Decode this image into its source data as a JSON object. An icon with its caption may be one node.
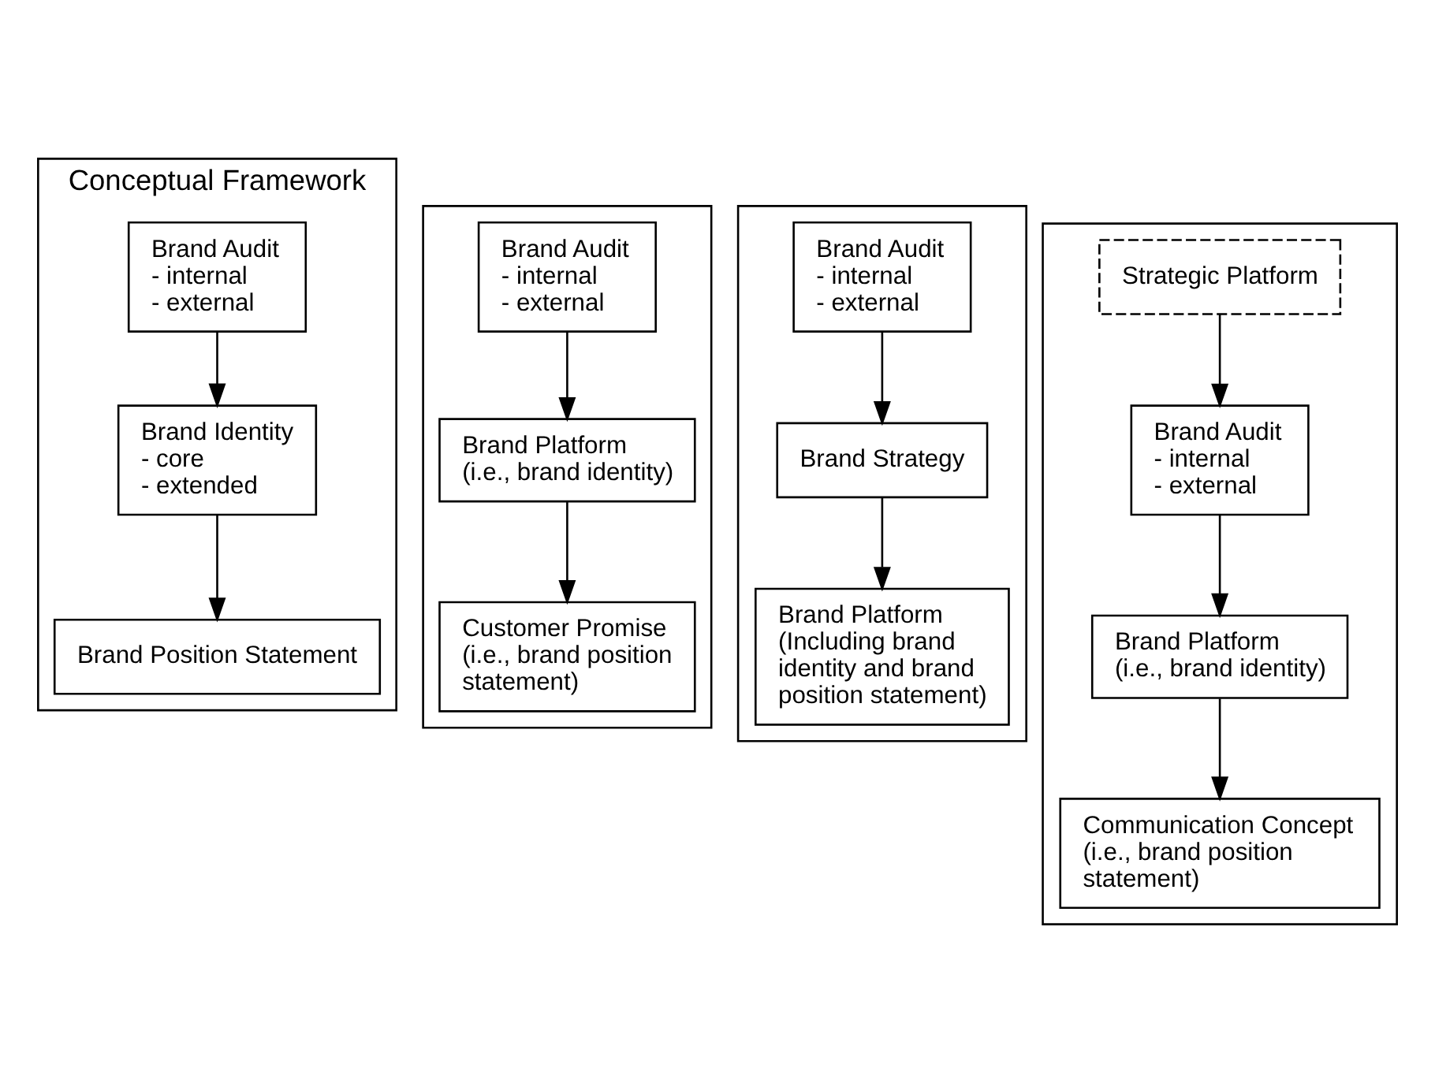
{
  "diagram": {
    "nodes": [
      {
        "text": [
          "Conceptual Framework"
        ]
      },
      {
        "text": [
          "Brand Audit",
          "- internal",
          "- external"
        ],
        "in": 0
      },
      {
        "text": [
          "Brand Identity",
          "- core",
          "- extended"
        ],
        "in": 0
      },
      {
        "text": [
          "Brand Position Statement"
        ],
        "in": 0
      },
      {
        "text": [],
        "shape": "box"
      },
      {
        "text": [
          "Brand Audit",
          "- internal",
          "- external"
        ],
        "in": 4
      },
      {
        "text": [
          "Brand Platform",
          "(i.e., brand identity)"
        ],
        "in": 4
      },
      {
        "text": [
          "Customer Promise",
          "(i.e., brand position statement)"
        ],
        "in": 4
      },
      {
        "text": [],
        "shape": "box"
      },
      {
        "text": [
          "Brand Audit",
          "- internal",
          "- external"
        ],
        "in": 8
      },
      {
        "text": [
          "Brand Strategy"
        ],
        "in": 8
      },
      {
        "text": [
          "Brand Platform",
          "(Including brand identity and brand position statement)"
        ],
        "in": 8
      },
      {
        "text": [],
        "shape": "box"
      },
      {
        "text": [
          "Strategic Platform"
        ],
        "in": 12
      },
      {
        "text": [
          "Brand Audit",
          "- internal",
          "- external"
        ],
        "in": 12
      },
      {
        "text": [
          "Brand Platform",
          "(i.e., brand identity)"
        ],
        "in": 12
      },
      {
        "text": [
          "Communication Concept",
          "(i.e., brand position statement)"
        ],
        "in": 12
      }
    ],
    "edges": [
      {
        "from": 1,
        "to": 2,
        "arrow": "to"
      },
      {
        "from": 2,
        "to": 3,
        "arrow": "to"
      },
      {
        "from": 5,
        "to": 6,
        "arrow": "to"
      },
      {
        "from": 6,
        "to": 7,
        "arrow": "to"
      },
      {
        "from": 9,
        "to": 10,
        "arrow": "to"
      },
      {
        "from": 10,
        "to": 11,
        "arrow": "to"
      },
      {
        "from": 13,
        "to": 14,
        "arrow": "to"
      },
      {
        "from": 14,
        "to": 15,
        "arrow": "to"
      },
      {
        "from": 15,
        "to": 16,
        "arrow": "to"
      }
    ]
  }
}
